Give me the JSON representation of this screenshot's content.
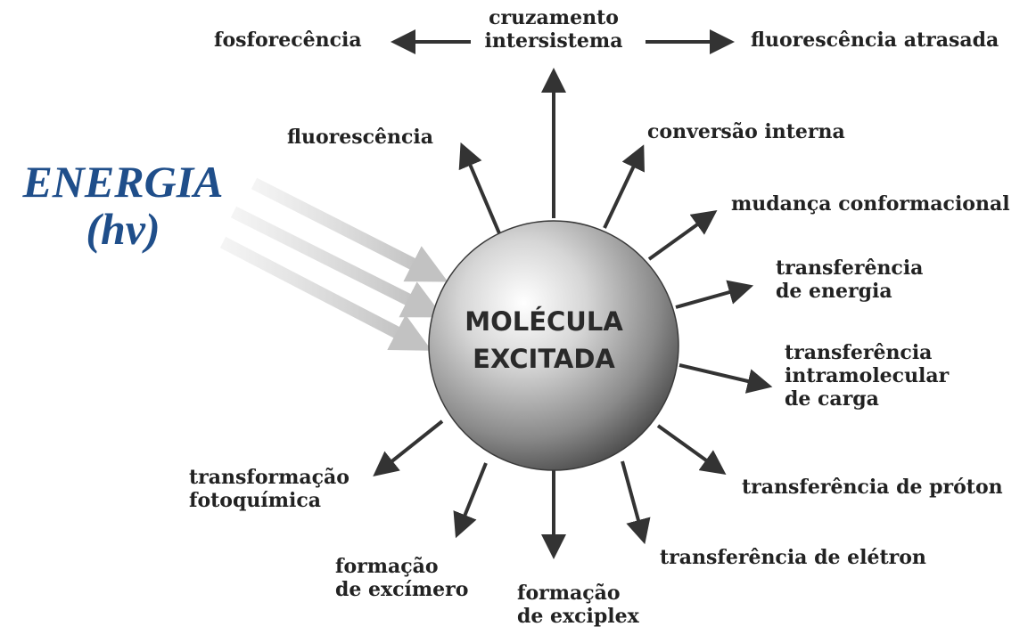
{
  "energy": {
    "line1": "ENERGIA",
    "line2": "(hv)"
  },
  "center": {
    "line1": "MOLÉCULA",
    "line2": "EXCITADA"
  },
  "isc": {
    "line1": "cruzamento",
    "line2": "intersistema"
  },
  "outcomes": {
    "phosphorescence": "fosforecência",
    "delayed_fluorescence": "fluorescência atrasada",
    "fluorescence": "fluorescência",
    "internal_conversion": "conversão interna",
    "conformational_change": "mudança conformacional",
    "energy_transfer": {
      "line1": "transferência",
      "line2": "de energia"
    },
    "ict": {
      "line1": "transferência",
      "line2": "intramolecular",
      "line3": "de carga"
    },
    "proton_transfer": "transferência de próton",
    "electron_transfer": "transferência de elétron",
    "exciplex": {
      "line1": "formação",
      "line2": "de exciplex"
    },
    "excimer": {
      "line1": "formação",
      "line2": "de excímero"
    },
    "photochemical": {
      "line1": "transformação",
      "line2": "fotoquímica"
    }
  },
  "colors": {
    "energy_text": "#1f4e8a",
    "arrow": "#333333",
    "light_beam": "#cfcfcf",
    "sphere_light": "#ffffff",
    "sphere_dark": "#4a4a4a"
  }
}
